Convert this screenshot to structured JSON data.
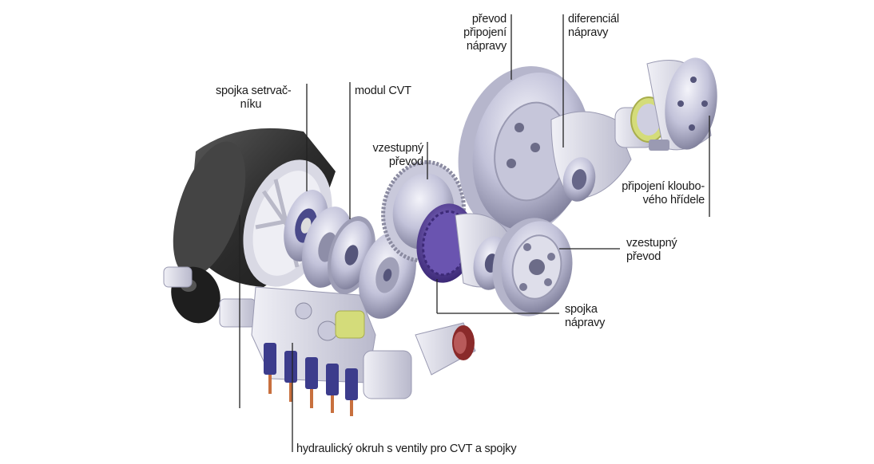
{
  "figure": {
    "colors": {
      "metal_light": "#e4e4f0",
      "metal_mid": "#b5b5cf",
      "metal_dark": "#7c7c98",
      "flywheel_rubber": "#3a3a3a",
      "clutch_purple": "#5b3e9e",
      "valve_blue": "#3c3c8c",
      "copper": "#c8703e",
      "highlight_yellow": "#d4dc7a",
      "drum_red": "#8a2a2a"
    },
    "labels": {
      "flywheel_clutch": "spojka setrvač-\n        níku",
      "cvt_module": "modul CVT",
      "stepup_gear_top": "vzestupný\npřevod",
      "axle_connection_gear": "převod\npřipojení\nnápravy",
      "differential": "diferenciál\nnápravy",
      "driveshaft_connection": "připojení kloubo-\nvého hřídele",
      "stepup_gear_right": "vzestupný\npřevod",
      "axle_clutch": "spojka\nnápravy",
      "hydraulic_circuit": "hydraulický okruh s ventily pro CVT a spojky"
    }
  }
}
